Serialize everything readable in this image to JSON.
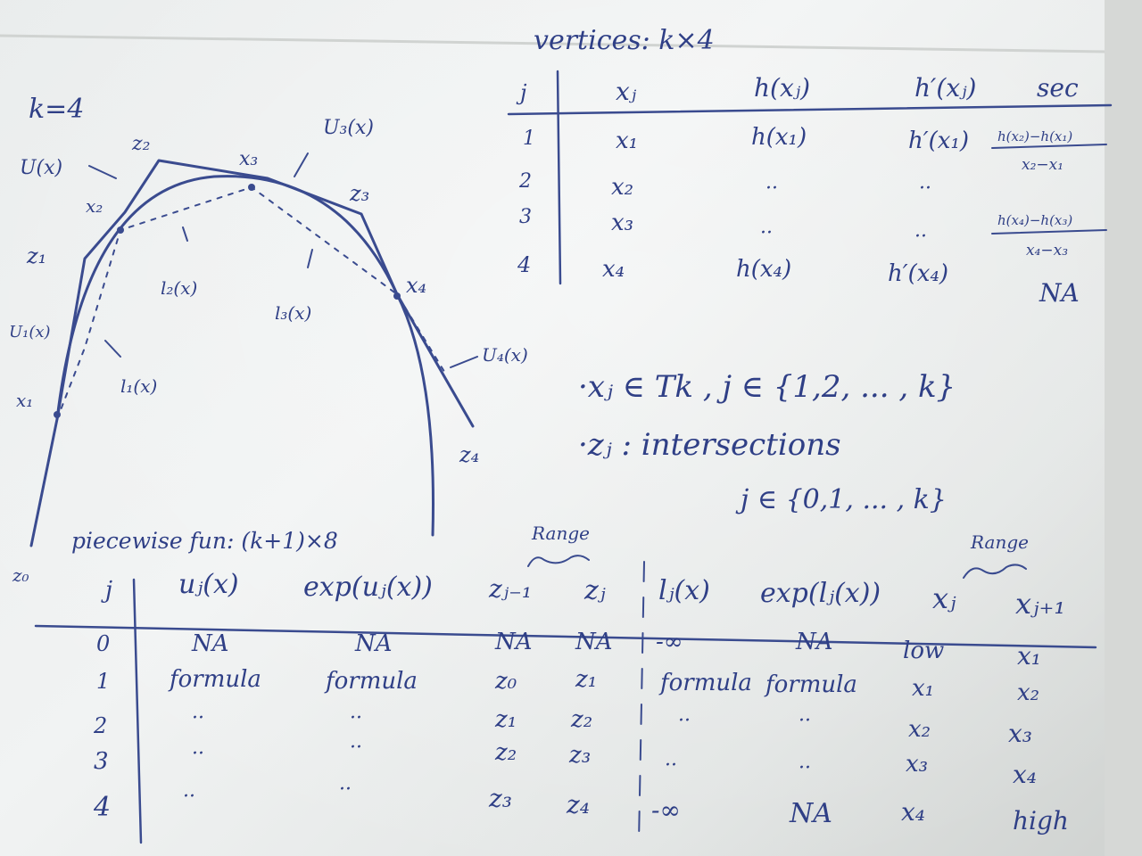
{
  "colors": {
    "ink": "#2f3f86",
    "board": "#eceeee",
    "frame": "#c9cbc8"
  },
  "graph": {
    "k_label": "k=4",
    "labels": {
      "u": "U(x)",
      "u1": "U₁(x)",
      "u3": "U₃(x)",
      "u4": "U₄(x)",
      "l1": "l₁(x)",
      "l2": "l₂(x)",
      "l3": "l₃(x)",
      "z0": "z₀",
      "z1": "z₁",
      "z2": "z₂",
      "z3": "z₃",
      "z4": "z₄",
      "x1": "x₁",
      "x2": "x₂",
      "x3": "x₃",
      "x4": "x₄"
    }
  },
  "vertices": {
    "title": "vertices:  k×4",
    "headers": [
      "j",
      "xⱼ",
      "h(xⱼ)",
      "h′(xⱼ)",
      "sec"
    ],
    "rows": [
      [
        "1",
        "x₁",
        "h(x₁)",
        "h′(x₁)",
        "h(x₂)−h(x₁)",
        "x₂−x₁"
      ],
      [
        "2",
        "x₂",
        "··",
        "··",
        "",
        ""
      ],
      [
        "3",
        "x₃",
        "··",
        "··",
        "h(x₄)−h(x₃)",
        "x₄−x₃"
      ],
      [
        "4",
        "x₄",
        "h(x₄)",
        "h′(x₄)",
        "NA",
        ""
      ]
    ]
  },
  "notes": {
    "line1": "·xⱼ ∈ Tk ,   j ∈ {1,2, ... , k}",
    "line2": "·zⱼ : intersections",
    "line3": "j ∈ {0,1, ... , k}"
  },
  "piecewise": {
    "title": "piecewise fun: (k+1)×8",
    "range_label_1": "Range",
    "range_label_2": "Range",
    "headers": [
      "j",
      "uⱼ(x)",
      "exp(uⱼ(x))",
      "zⱼ₋₁",
      "zⱼ",
      "lⱼ(x)",
      "exp(lⱼ(x))",
      "xⱼ",
      "xⱼ₊₁"
    ],
    "rows": [
      [
        "0",
        "NA",
        "NA",
        "NA",
        "NA",
        "-∞",
        "NA",
        "low",
        "x₁"
      ],
      [
        "1",
        "formula",
        "formula",
        "z₀",
        "z₁",
        "formula",
        "formula",
        "x₁",
        "x₂"
      ],
      [
        "2",
        "··",
        "··",
        "z₁",
        "z₂",
        "··",
        "··",
        "x₂",
        "x₃"
      ],
      [
        "3",
        "··",
        "··",
        "z₂",
        "z₃",
        "··",
        "··",
        "x₃",
        "x₄"
      ],
      [
        "4",
        "··",
        "··",
        "z₃",
        "z₄",
        "-∞",
        "NA",
        "x₄",
        "high"
      ]
    ]
  }
}
